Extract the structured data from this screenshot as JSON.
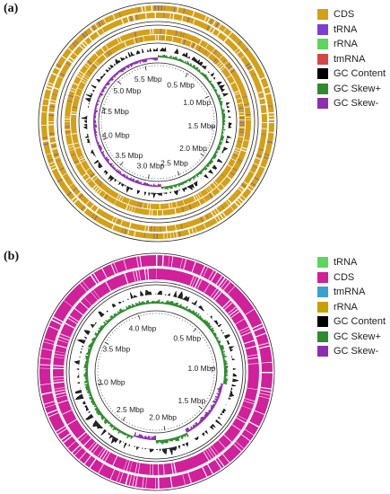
{
  "panels": [
    {
      "label": "(a)",
      "legend": [
        {
          "name": "CDS",
          "color": "#d4a017"
        },
        {
          "name": "tRNA",
          "color": "#7b3fd6"
        },
        {
          "name": "rRNA",
          "color": "#5cd65c"
        },
        {
          "name": "tmRNA",
          "color": "#d64545"
        },
        {
          "name": "GC Content",
          "color": "#000000"
        },
        {
          "name": "GC Skew+",
          "color": "#2e8b2e"
        },
        {
          "name": "GC Skew-",
          "color": "#8b2eb0"
        }
      ],
      "tick_labels": [
        "0.5 Mbp",
        "1.0 Mbp",
        "1.5 Mbp",
        "2.0 Mbp",
        "2.5 Mbp",
        "3.0 Mbp",
        "3.5 Mbp",
        "4.0 Mbp",
        "4.5 Mbp",
        "5.0 Mbp",
        "5.5 Mbp"
      ],
      "genome_size_mbp": 5.7,
      "feature_color": "#d4a017",
      "accent_color": "#8a6a8a"
    },
    {
      "label": "(b)",
      "legend": [
        {
          "name": "tRNA",
          "color": "#5cd65c"
        },
        {
          "name": "CDS",
          "color": "#d0209a"
        },
        {
          "name": "tmRNA",
          "color": "#3aa0d0"
        },
        {
          "name": "rRNA",
          "color": "#c8a000"
        },
        {
          "name": "GC Content",
          "color": "#000000"
        },
        {
          "name": "GC Skew+",
          "color": "#2e8b2e"
        },
        {
          "name": "GC Skew-",
          "color": "#8b2eb0"
        }
      ],
      "tick_labels": [
        "0.5 Mbp",
        "1.0 Mbp",
        "1.5 Mbp",
        "2.0 Mbp",
        "2.5 Mbp",
        "3.0 Mbp",
        "3.5 Mbp",
        "4.0 Mbp"
      ],
      "genome_size_mbp": 4.2,
      "feature_color": "#d0209a",
      "accent_color": "#f4b8de"
    }
  ]
}
